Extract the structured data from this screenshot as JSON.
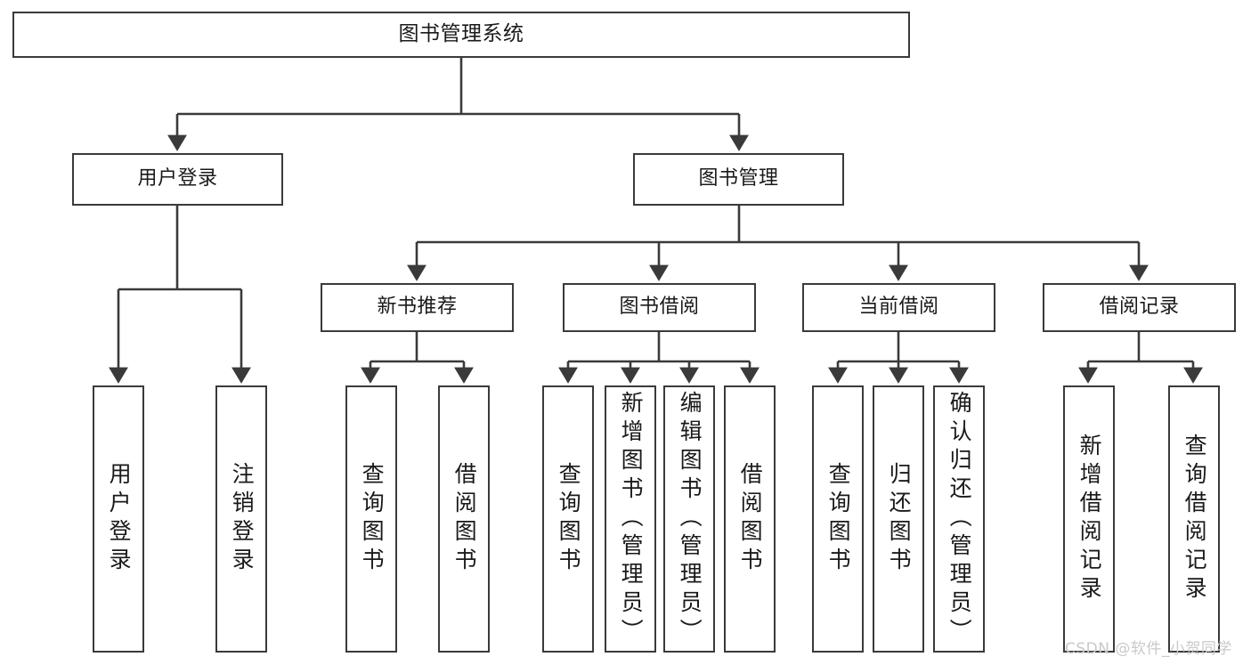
{
  "diagram": {
    "type": "tree-hierarchy-chart",
    "title": "图书管理系统",
    "levels": 4,
    "root": {
      "label": "图书管理系统"
    },
    "level2": [
      {
        "label": "用户登录"
      },
      {
        "label": "图书管理"
      }
    ],
    "level3": [
      {
        "label": "新书推荐"
      },
      {
        "label": "图书借阅"
      },
      {
        "label": "当前借阅"
      },
      {
        "label": "借阅记录"
      }
    ],
    "leaves": {
      "user_login": [
        {
          "label": "用户登录"
        },
        {
          "label": "注销登录"
        }
      ],
      "new_book_recommend": [
        {
          "label": "查询图书"
        },
        {
          "label": "借阅图书"
        }
      ],
      "book_borrow": [
        {
          "label": "查询图书"
        },
        {
          "label": "新增图书（管理员）"
        },
        {
          "label": "编辑图书（管理员）"
        },
        {
          "label": "借阅图书"
        }
      ],
      "current_borrow": [
        {
          "label": "查询图书"
        },
        {
          "label": "归还图书"
        },
        {
          "label": "确认归还（管理员）"
        }
      ],
      "borrow_record": [
        {
          "label": "新增借阅记录"
        },
        {
          "label": "查询借阅记录"
        }
      ]
    }
  },
  "watermark": {
    "text": "CSDN @软件_小贺同学"
  },
  "colors": {
    "stroke": "#3a3a3a",
    "box_fill": "#ffffff",
    "text": "#1a1a1a",
    "watermark": "#c9c9c9",
    "background": "#ffffff"
  }
}
